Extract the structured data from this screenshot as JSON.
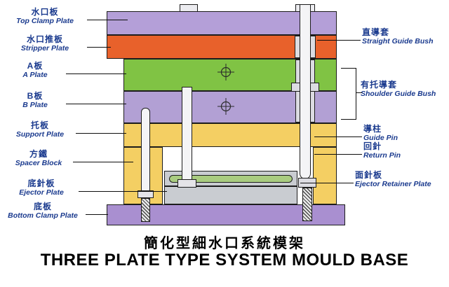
{
  "title": {
    "cn": "簡化型細水口系統模架",
    "en": "THREE PLATE TYPE SYSTEM MOULD BASE"
  },
  "left_labels": [
    {
      "cn": "水口板",
      "en": "Top Clamp Plate"
    },
    {
      "cn": "水口推板",
      "en": "Stripper Plate"
    },
    {
      "cn": "A板",
      "en": "A Plate"
    },
    {
      "cn": "B板",
      "en": "B Plate"
    },
    {
      "cn": "托板",
      "en": "Support Plate"
    },
    {
      "cn": "方鐵",
      "en": "Spacer Block"
    },
    {
      "cn": "底針板",
      "en": "Ejector Plate"
    },
    {
      "cn": "底板",
      "en": "Bottom Clamp Plate"
    }
  ],
  "right_labels": [
    {
      "cn": "直導套",
      "en": "Straight Guide Bush"
    },
    {
      "cn": "有托導套",
      "en": "Shoulder Guide Bush"
    },
    {
      "cn": "導柱",
      "en": "Guide Pin"
    },
    {
      "cn": "回針",
      "en": "Return Pin"
    },
    {
      "cn": "面針板",
      "en": "Ejector Retainer Plate"
    }
  ],
  "colors": {
    "top_clamp_plate": "#b49fd8",
    "stripper_plate": "#e8612b",
    "a_plate": "#80c344",
    "b_plate": "#b2a0d4",
    "support_plate": "#f4cf63",
    "spacer_block": "#f4cf63",
    "ejector_plates": "#c9ccd1",
    "retainer_strip": "#a9cc80",
    "bottom_clamp_plate": "#a98fd0",
    "pin_fill": "#f4f4f6",
    "bush_fill": "#dcdce2",
    "label_text": "#1a3a8e",
    "title_text": "#000000"
  }
}
